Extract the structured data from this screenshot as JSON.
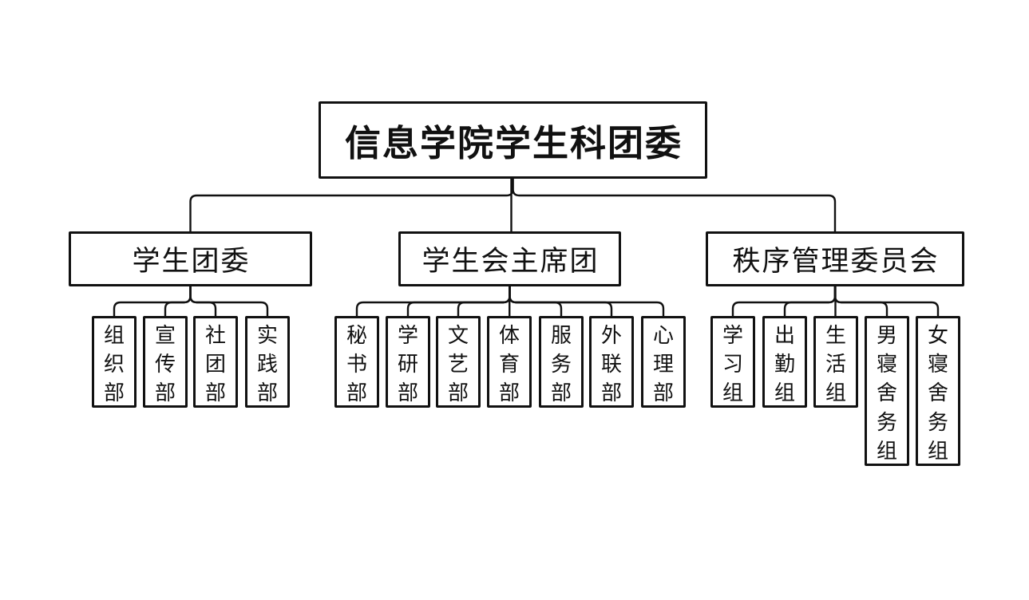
{
  "page": {
    "background_color": "#ffffff",
    "line_color": "#111111",
    "box_border_color": "#111111",
    "box_fill_color": "#ffffff",
    "text_color": "#111111"
  },
  "org_chart": {
    "root": "信息学院学生科团委",
    "branches": [
      {
        "label": "学生团委",
        "children": [
          "组织部",
          "宣传部",
          "社团部",
          "实践部"
        ]
      },
      {
        "label": "学生会主席团",
        "children": [
          "秘书部",
          "学研部",
          "文艺部",
          "体育部",
          "服务部",
          "外联部",
          "心理部"
        ]
      },
      {
        "label": "秩序管理委员会",
        "children": [
          "学习组",
          "出勤组",
          "生活组",
          "男寝舍务组",
          "女寝舍务组"
        ]
      }
    ]
  }
}
